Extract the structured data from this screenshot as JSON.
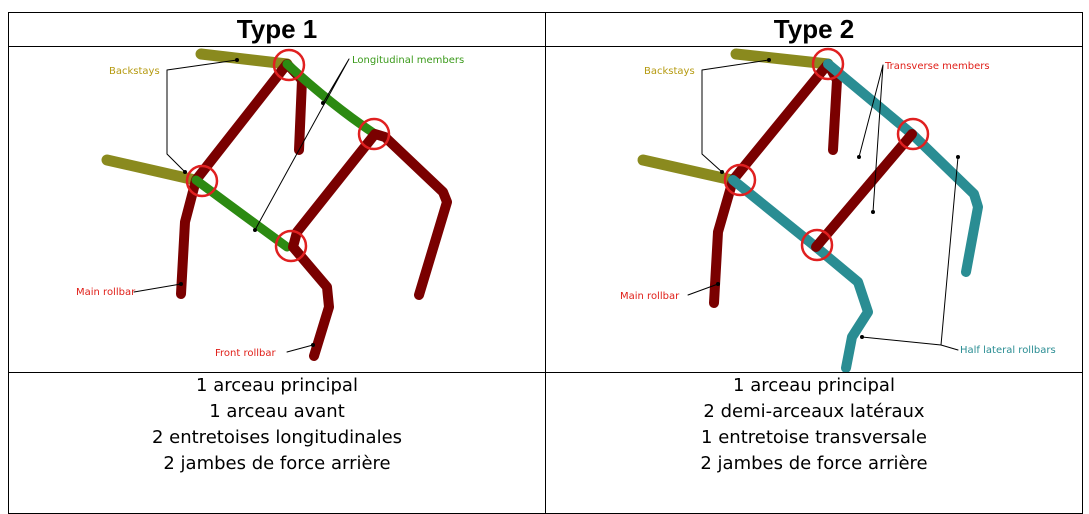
{
  "columns": [
    {
      "title": "Type 1",
      "labels": {
        "backstays": "Backstays",
        "longitudinal": "Longitudinal members",
        "main": "Main rollbar",
        "front": "Front rollbar"
      },
      "lines": [
        "1 arceau principal",
        "1 arceau avant",
        "2 entretoises longitudinales",
        "2 jambes de force arrière"
      ]
    },
    {
      "title": "Type 2",
      "labels": {
        "backstays": "Backstays",
        "transverse": "Transverse members",
        "main": "Main rollbar",
        "half": "Half lateral rollbars"
      },
      "lines": [
        "1 arceau principal",
        "2 demi-arceaux latéraux",
        "1 entretoise transversale",
        "2 jambes de force arrière"
      ]
    }
  ],
  "colors": {
    "rollbar": "#7a0000",
    "backstay": "#8a8a1e",
    "longitudinal": "#2c8a12",
    "half_lateral": "#2a8d93",
    "circle": "#e02020",
    "label_red": "#e0201a",
    "label_olive": "#b59a10",
    "label_green": "#3a9a1a",
    "label_teal": "#2a8d93"
  }
}
